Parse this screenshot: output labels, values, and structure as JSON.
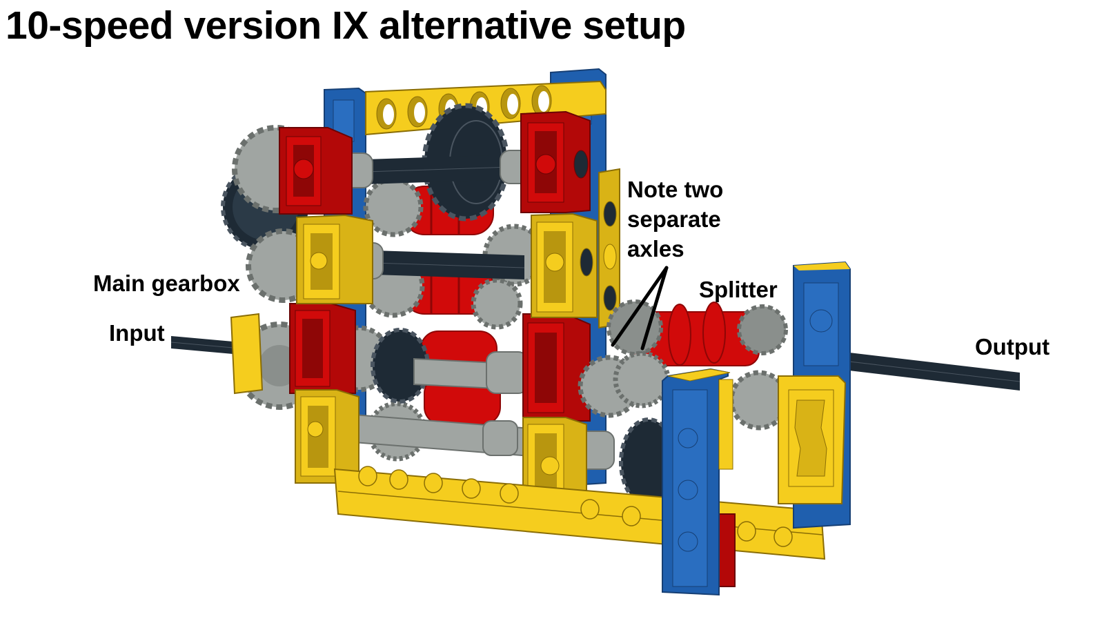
{
  "title": "10-speed version IX alternative setup",
  "labels": {
    "main_gearbox": "Main gearbox",
    "input": "Input",
    "output": "Output",
    "note_line1": "Note two",
    "note_line2": "separate",
    "note_line3": "axles",
    "splitter": "Splitter"
  },
  "colors": {
    "yellow": "#f5cd1e",
    "yellow_dark": "#b8960f",
    "blue": "#1f5fae",
    "blue_dark": "#163f74",
    "red": "#d10a0a",
    "red_dark": "#8e0606",
    "gray": "#a0a5a2",
    "gray_dark": "#6b706d",
    "black_gear": "#1e2a35",
    "axle": "#1e2a35"
  }
}
